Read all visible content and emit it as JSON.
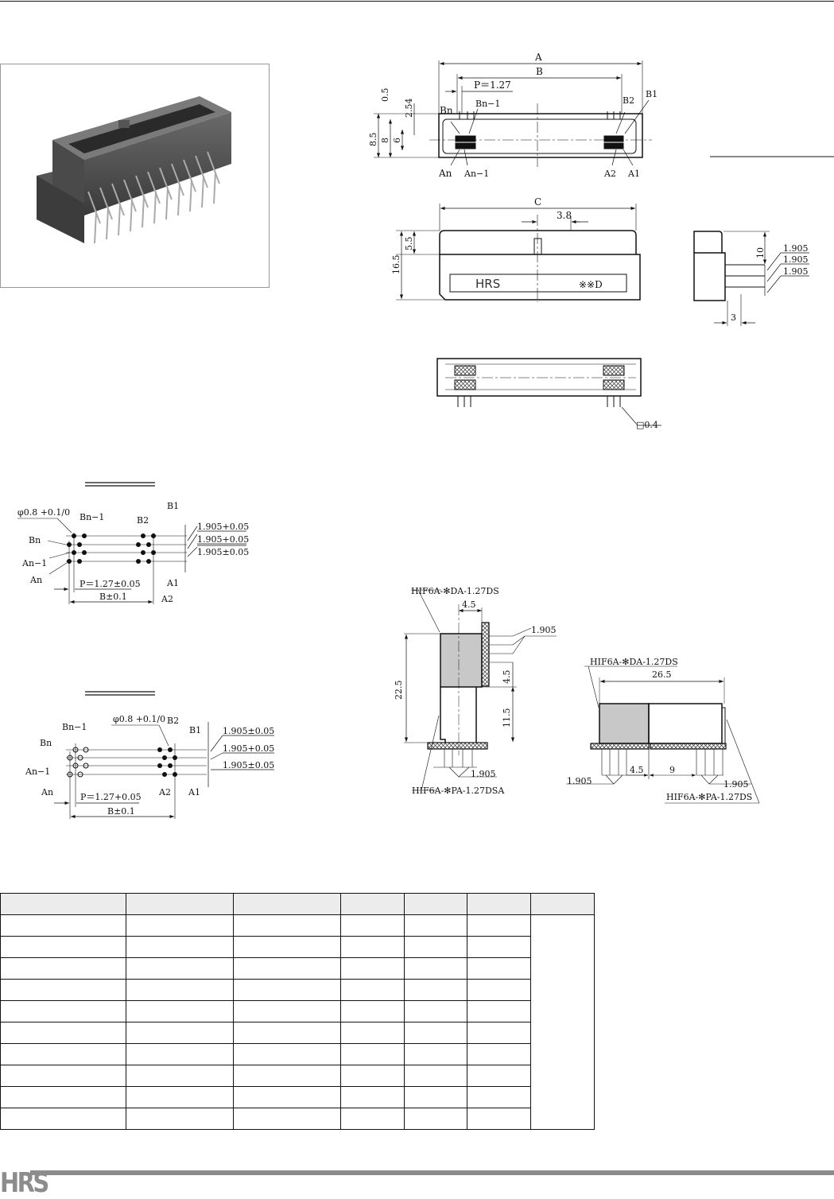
{
  "top_view": {
    "A": "A",
    "B": "B",
    "P": "P＝1.27",
    "d05": "0.5",
    "d254": "2.54",
    "d85": "8.5",
    "d8": "8",
    "d6": "6",
    "Bn": "Bn",
    "Bn1": "Bn−1",
    "B2": "B2",
    "B1": "B1",
    "An": "An",
    "An1": "An−1",
    "A2": "A2",
    "A1": "A1"
  },
  "front_view": {
    "C": "C",
    "d38": "3.8",
    "d55": "5.5",
    "d165": "16.5",
    "logo": "HRS",
    "mark": "※※D"
  },
  "side_view": {
    "d10": "10",
    "p1": "1.905",
    "p2": "1.905",
    "p3": "1.905",
    "d3": "3"
  },
  "bottom_view": {
    "flat": "□0.4"
  },
  "pcb_layout_1": {
    "hole": "φ0.8 +0.1/0",
    "Bn1": "Bn−1",
    "Bn": "Bn",
    "An1": "An−1",
    "An": "An",
    "B2": "B2",
    "B1": "B1",
    "A1": "A1",
    "A2": "A2",
    "p1": "1.905+0.05",
    "p2": "1.905+0.05",
    "p3": "1.905±0.05",
    "P": "P＝1.27±0.05",
    "B": "B±0.1"
  },
  "pcb_layout_2": {
    "hole": "φ0.8 +0.1/0",
    "Bn1": "Bn−1",
    "Bn": "Bn",
    "An1": "An−1",
    "An": "An",
    "B2": "B2",
    "B1": "B1",
    "A1": "A1",
    "A2": "A2",
    "p1": "1.905±0.05",
    "p2": "1.905+0.05",
    "p3": "1.905±0.05",
    "P": "P＝1.27+0.05",
    "B": "B±0.1"
  },
  "mounting_1": {
    "socket": "HIF6A-✻DA-1.27DS",
    "header": "HIF6A-✻PA-1.27DSA",
    "w": "4.5",
    "p_top": "1.905",
    "h": "22.5",
    "d45": "4.5",
    "d115": "11.5",
    "p_bot": "1.905"
  },
  "mounting_2": {
    "socket": "HIF6A-✻DA-1.27DS",
    "header": "HIF6A-✻PA-1.27DS",
    "w": "26.5",
    "p_left": "1.905",
    "d45": "4.5",
    "d9": "9",
    "p_right": "1.905"
  },
  "table": {
    "columns": [
      "",
      "",
      "",
      "",
      "",
      "",
      ""
    ],
    "rows": [
      [
        "",
        "",
        "",
        "",
        "",
        ""
      ],
      [
        "",
        "",
        "",
        "",
        "",
        ""
      ],
      [
        "",
        "",
        "",
        "",
        "",
        ""
      ],
      [
        "",
        "",
        "",
        "",
        "",
        ""
      ],
      [
        "",
        "",
        "",
        "",
        "",
        ""
      ],
      [
        "",
        "",
        "",
        "",
        "",
        ""
      ],
      [
        "",
        "",
        "",
        "",
        "",
        ""
      ],
      [
        "",
        "",
        "",
        "",
        "",
        ""
      ],
      [
        "",
        "",
        "",
        "",
        "",
        ""
      ],
      [
        "",
        "",
        "",
        "",
        "",
        ""
      ]
    ]
  },
  "footer": {
    "logo": "HRS"
  },
  "colors": {
    "footer_gray": "#8c8c8c",
    "header_gray": "#ececec",
    "shade": "#c8c8c8"
  }
}
